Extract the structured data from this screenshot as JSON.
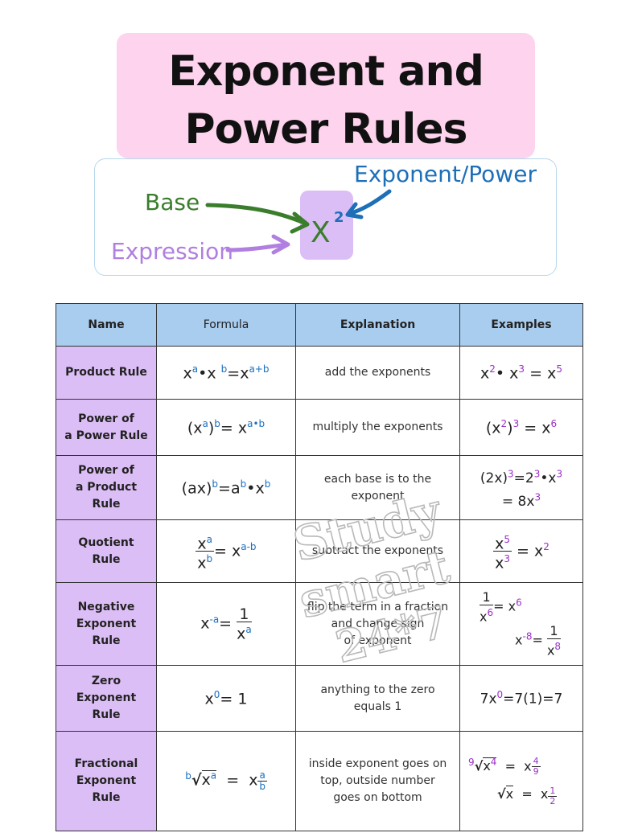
{
  "title": {
    "line1": "Exponent and",
    "line2": "Power Rules"
  },
  "diagram": {
    "base_label": "Base",
    "expression_label": "Expression",
    "exponent_label": "Exponent/Power",
    "variable": "X",
    "exponent": "2",
    "colors": {
      "base": "#3a7d2c",
      "expression": "#b07fe0",
      "exponent": "#1d6fb8",
      "box": "#dcbef6"
    }
  },
  "table": {
    "headers": {
      "name": "Name",
      "formula": "Formula",
      "explanation": "Explanation",
      "examples": "Examples"
    },
    "rows": [
      {
        "name": "Product Rule",
        "explanation": "add the exponents",
        "formula": {
          "x": "x",
          "a": "a",
          "dot": "•",
          "b": "b",
          "eq": "=",
          "sum": "a+b"
        },
        "example": {
          "x": "x",
          "two": "2",
          "three": "3",
          "five": "5",
          "dot": "•",
          "eq": "="
        }
      },
      {
        "name": "Power of a Power Rule",
        "name_parts": [
          "Power of",
          "a Power Rule"
        ],
        "explanation": "multiply the exponents",
        "formula": {
          "x": "x",
          "a": "a",
          "b": "b",
          "ab": "a•b"
        },
        "example": {
          "two": "2",
          "three": "3",
          "six": "6"
        }
      },
      {
        "name": "Power of a Product Rule",
        "name_parts": [
          "Power of",
          "a Product",
          "Rule"
        ],
        "explanation_parts": [
          "each base is to the",
          "exponent"
        ],
        "formula": {
          "ax": "(ax)",
          "b": "b",
          "a": "a",
          "x": "x"
        },
        "example": {
          "line1_a": "(2x)",
          "line1_b": "=2",
          "line1_c": "x",
          "three": "3",
          "line2": "= 8x"
        }
      },
      {
        "name": "Quotient Rule",
        "name_parts": [
          "Quotient",
          "Rule"
        ],
        "explanation": "subtract the exponents",
        "formula": {
          "x": "x",
          "a": "a",
          "b": "b",
          "diff": "a-b"
        },
        "example": {
          "five": "5",
          "three": "3",
          "two": "2"
        }
      },
      {
        "name": "Negative Exponent Rule",
        "name_parts": [
          "Negative",
          "Exponent",
          "Rule"
        ],
        "explanation_parts": [
          "flip the term in a fraction",
          "and change sign",
          "of exponent"
        ],
        "formula": {
          "x": "x",
          "neg_a": "-a",
          "one": "1",
          "a": "a"
        },
        "example": {
          "one": "1",
          "six": "6",
          "eight": "8",
          "neg": "-"
        }
      },
      {
        "name": "Zero Exponent Rule",
        "name_parts": [
          "Zero",
          "Exponent",
          "Rule"
        ],
        "explanation_parts": [
          "anything to the zero",
          "equals 1"
        ],
        "formula": {
          "x": "x",
          "zero": "0",
          "rest": "= 1"
        },
        "example": {
          "a": "7x",
          "zero": "0",
          "b": "=7(1)=7"
        }
      },
      {
        "name": "Fractional Exponent Rule",
        "name_parts": [
          "Fractional",
          "Exponent",
          "Rule"
        ],
        "explanation_parts": [
          "inside exponent goes on",
          "top, outside number",
          "goes on bottom"
        ],
        "formula": {
          "b": "b",
          "x": "x",
          "a": "a",
          "eq": "="
        },
        "example": {
          "nine": "9",
          "four": "4",
          "one": "1",
          "two": "2"
        }
      }
    ]
  },
  "watermark": {
    "line1": "Study",
    "line2": "smart",
    "line3": "24*7"
  }
}
